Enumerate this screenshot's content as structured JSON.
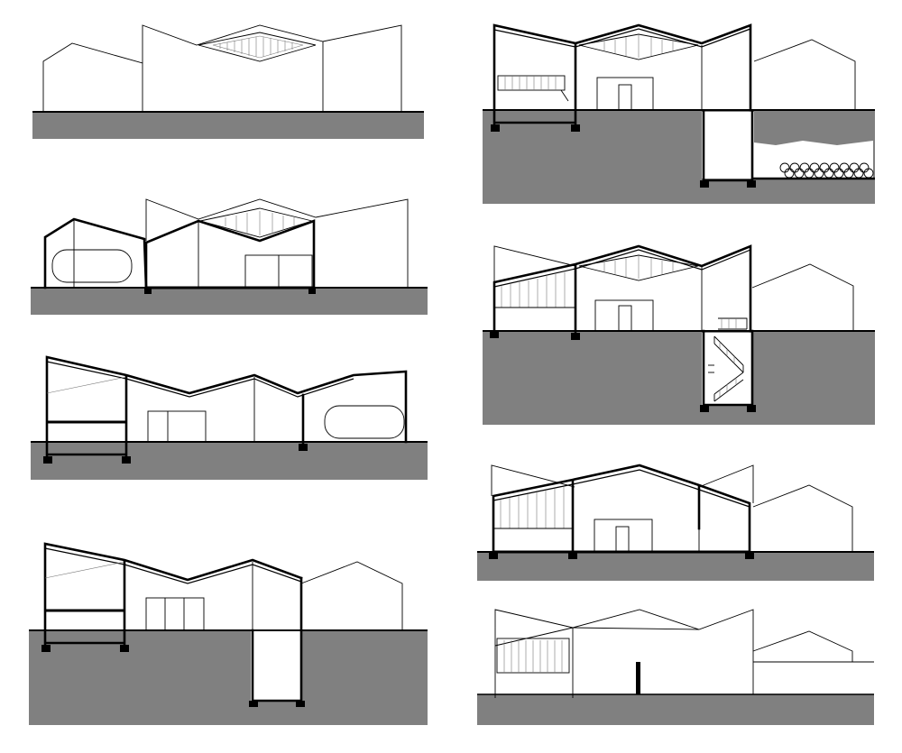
{
  "drawing_set": {
    "sheet_type": "building-sections",
    "panel_count": 8,
    "printed_text": []
  },
  "colors": {
    "paper": "#ffffff",
    "ground": "#808080",
    "ink": "#000000",
    "hatch": "#777777"
  },
  "panels": [
    {
      "id": "p1",
      "kind": "elevation",
      "column": "left",
      "row": 1
    },
    {
      "id": "p2",
      "kind": "section-with-tank",
      "column": "left",
      "row": 2
    },
    {
      "id": "p3",
      "kind": "section-with-mezzanine-and-tank",
      "column": "left",
      "row": 3
    },
    {
      "id": "p4",
      "kind": "section-with-basement",
      "column": "left",
      "row": 4
    },
    {
      "id": "p5",
      "kind": "section-with-cellar-and-barrels",
      "column": "right",
      "row": 1
    },
    {
      "id": "p6",
      "kind": "section-with-stair",
      "column": "right",
      "row": 2
    },
    {
      "id": "p7",
      "kind": "section-gable",
      "column": "right",
      "row": 3
    },
    {
      "id": "p8",
      "kind": "elevation",
      "column": "right",
      "row": 4
    }
  ]
}
